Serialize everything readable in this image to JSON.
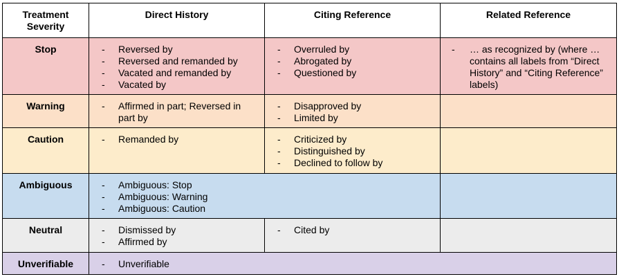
{
  "headers": {
    "severity": "Treatment Severity",
    "direct": "Direct History",
    "citing": "Citing Reference",
    "related": "Related Reference"
  },
  "bullet": "-",
  "rows": {
    "stop": {
      "severity": "Stop",
      "direct": [
        "Reversed by",
        "Reversed and remanded by",
        "Vacated and remanded by",
        "Vacated by"
      ],
      "citing": [
        "Overruled by",
        "Abrogated by",
        "Questioned by"
      ],
      "related": [
        "… as recognized by (where … contains all labels from “Direct History” and “Citing Reference” labels)"
      ]
    },
    "warning": {
      "severity": "Warning",
      "direct": [
        "Affirmed in part; Reversed in part by"
      ],
      "citing": [
        "Disapproved by",
        "Limited by"
      ]
    },
    "caution": {
      "severity": "Caution",
      "direct": [
        "Remanded by"
      ],
      "citing": [
        "Criticized by",
        "Distinguished by",
        "Declined to follow by"
      ]
    },
    "ambiguous": {
      "severity": "Ambiguous",
      "direct": [
        "Ambiguous: Stop",
        "Ambiguous: Warning",
        "Ambiguous: Caution"
      ]
    },
    "neutral": {
      "severity": "Neutral",
      "direct": [
        "Dismissed by",
        "Affirmed by"
      ],
      "citing": [
        "Cited by"
      ]
    },
    "unverifiable": {
      "severity": "Unverifiable",
      "direct": [
        "Unverifiable"
      ]
    }
  }
}
